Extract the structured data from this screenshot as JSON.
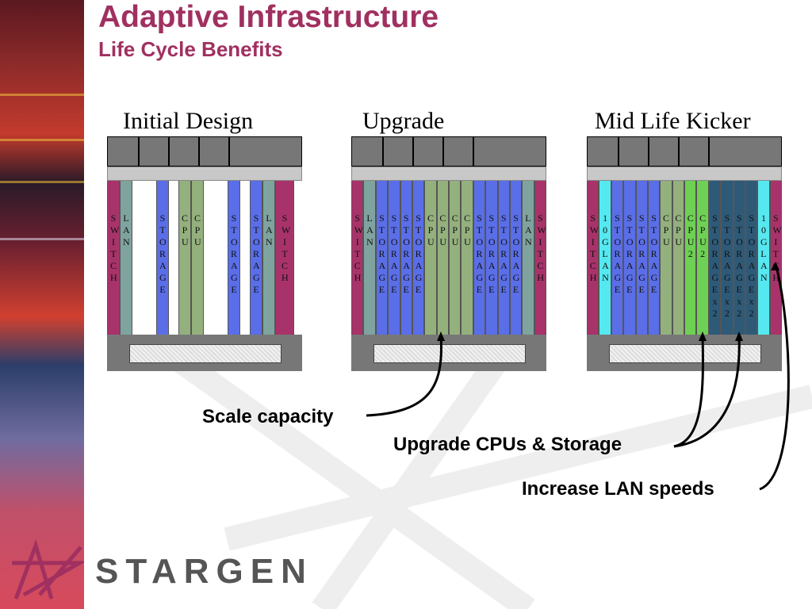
{
  "slide": {
    "title": "Adaptive Infrastructure",
    "subtitle": "Life Cycle Benefits",
    "logo": "STARGEN"
  },
  "colors": {
    "title": "#a03060",
    "switch": "#a8336a",
    "lan": "#7fa39e",
    "storage": "#5a6ee8",
    "cpu": "#93b07d",
    "cpu2": "#6ed054",
    "storage_x2": "#2e5a78",
    "lan_10g": "#56e8f0"
  },
  "diagram": {
    "columns": [
      {
        "title": "Initial Design",
        "cards": [
          {
            "label": "SWITCH",
            "type": "switch"
          },
          {
            "label": "LAN",
            "type": "lan"
          },
          {
            "label": "",
            "type": "empty"
          },
          {
            "label": "STORAGE",
            "type": "storage"
          },
          {
            "label": "",
            "type": "empty"
          },
          {
            "label": "CPU",
            "type": "cpu"
          },
          {
            "label": "CPU",
            "type": "cpu"
          },
          {
            "label": "",
            "type": "empty"
          },
          {
            "label": "STORAGE",
            "type": "storage"
          },
          {
            "label": "",
            "type": "empty"
          },
          {
            "label": "STORAGE",
            "type": "storage"
          },
          {
            "label": "LAN",
            "type": "lan"
          },
          {
            "label": "SWITCH",
            "type": "switch"
          }
        ]
      },
      {
        "title": "Upgrade",
        "cards": [
          {
            "label": "SWITCH",
            "type": "switch"
          },
          {
            "label": "LAN",
            "type": "lan"
          },
          {
            "label": "STORAGE",
            "type": "storage"
          },
          {
            "label": "STORAGE",
            "type": "storage"
          },
          {
            "label": "STORAGE",
            "type": "storage"
          },
          {
            "label": "STORAGE",
            "type": "storage"
          },
          {
            "label": "CPU",
            "type": "cpu"
          },
          {
            "label": "CPU",
            "type": "cpu"
          },
          {
            "label": "CPU",
            "type": "cpu"
          },
          {
            "label": "CPU",
            "type": "cpu"
          },
          {
            "label": "STORAGE",
            "type": "storage"
          },
          {
            "label": "STORAGE",
            "type": "storage"
          },
          {
            "label": "STORAGE",
            "type": "storage"
          },
          {
            "label": "STORAGE",
            "type": "storage"
          },
          {
            "label": "LAN",
            "type": "lan"
          },
          {
            "label": "SWITCH",
            "type": "switch"
          }
        ]
      },
      {
        "title": "Mid Life Kicker",
        "cards": [
          {
            "label": "SWITCH",
            "type": "switch"
          },
          {
            "label": "10GLAN",
            "type": "lan_10g"
          },
          {
            "label": "STORAGE",
            "type": "storage"
          },
          {
            "label": "STORAGE",
            "type": "storage"
          },
          {
            "label": "STORAGE",
            "type": "storage"
          },
          {
            "label": "STORAGE",
            "type": "storage"
          },
          {
            "label": "CPU",
            "type": "cpu"
          },
          {
            "label": "CPU",
            "type": "cpu"
          },
          {
            "label": "CPU2",
            "type": "cpu2"
          },
          {
            "label": "CPU2",
            "type": "cpu2"
          },
          {
            "label": "STORAGEx2",
            "type": "storage_x2"
          },
          {
            "label": "STORAGEx2",
            "type": "storage_x2"
          },
          {
            "label": "STORAGEx2",
            "type": "storage_x2"
          },
          {
            "label": "STORAGEx2",
            "type": "storage_x2"
          },
          {
            "label": "10GLAN",
            "type": "lan_10g"
          },
          {
            "label": "SWITCH",
            "type": "switch"
          }
        ]
      }
    ],
    "callouts": {
      "scale": "Scale capacity",
      "upgrade": "Upgrade CPUs & Storage",
      "lan": "Increase LAN speeds"
    }
  }
}
